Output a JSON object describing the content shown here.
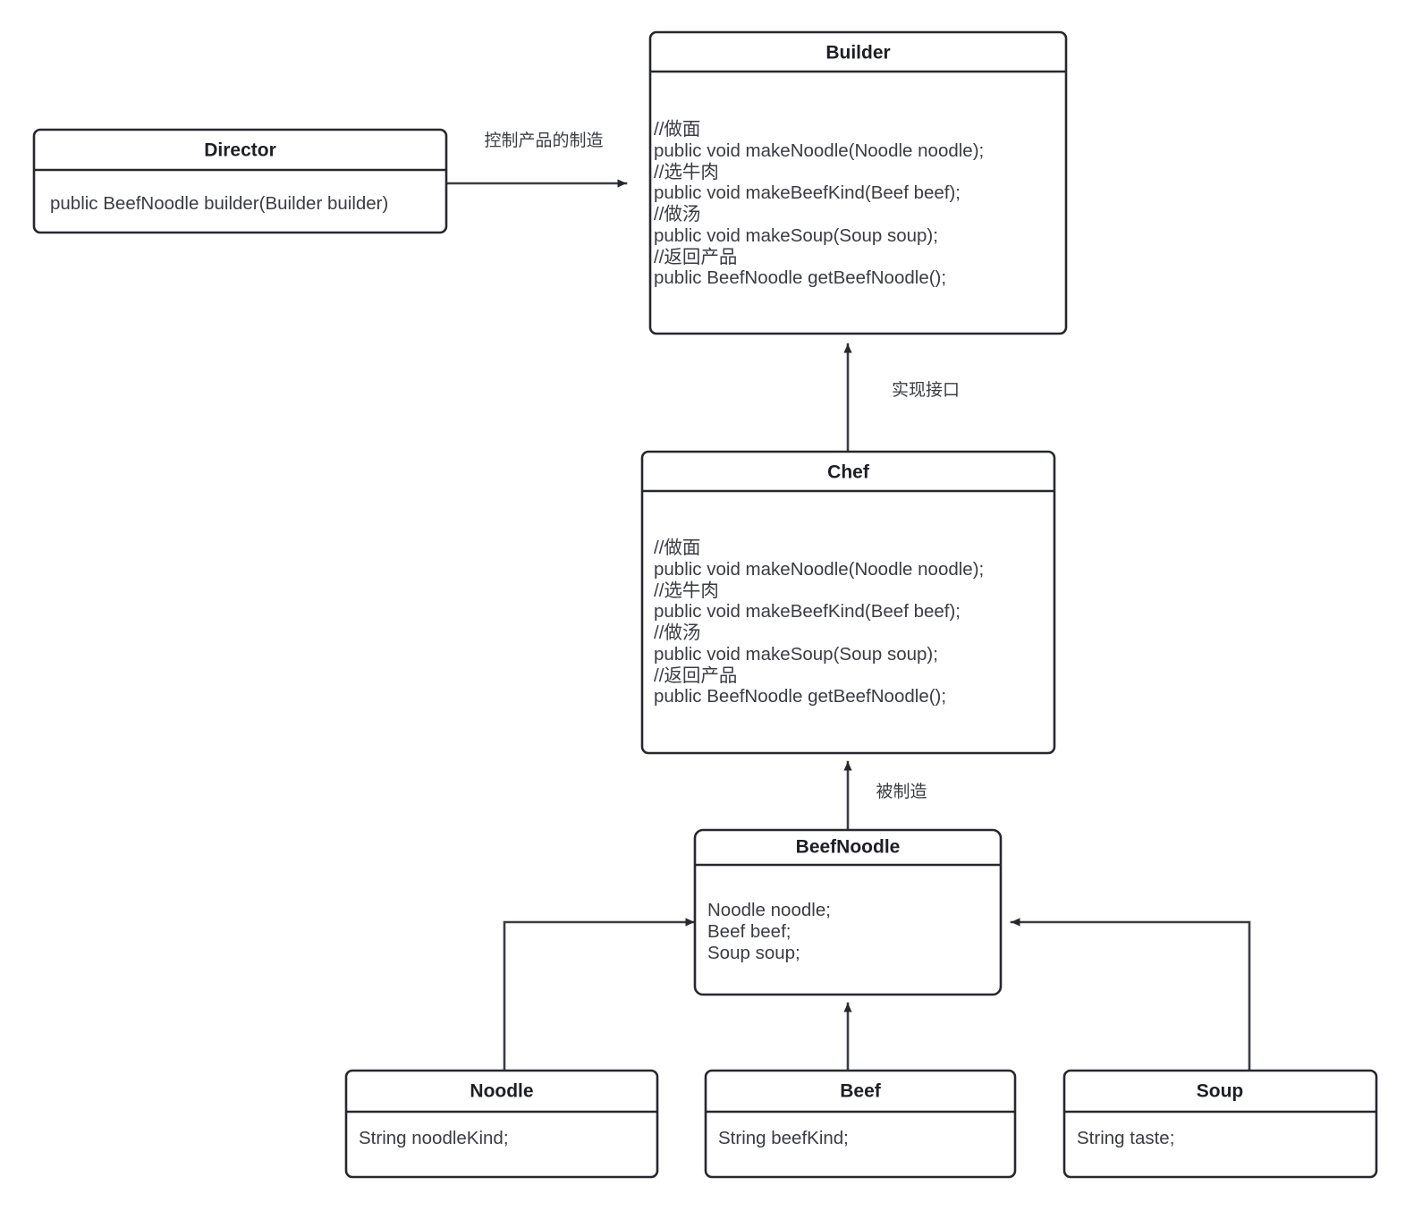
{
  "diagram": {
    "kind": "uml-class-diagram",
    "title": "Builder Pattern UML Class Diagram",
    "background_color": "#ffffff",
    "stroke_color": "#26282e",
    "text_color": "#3a3c42"
  },
  "classes": {
    "director": {
      "name": "Director",
      "members": [
        "public BeefNoodle builder(Builder builder)"
      ]
    },
    "builder": {
      "name": "Builder",
      "members": [
        "//做面",
        "public void makeNoodle(Noodle noodle);",
        "//选牛肉",
        "public void makeBeefKind(Beef beef);",
        "//做汤",
        "public void makeSoup(Soup soup);",
        "//返回产品",
        "public BeefNoodle getBeefNoodle();"
      ]
    },
    "chef": {
      "name": "Chef",
      "members": [
        "//做面",
        "public void makeNoodle(Noodle noodle);",
        "//选牛肉",
        "public void makeBeefKind(Beef beef);",
        "//做汤",
        "public void makeSoup(Soup soup);",
        "//返回产品",
        "public BeefNoodle getBeefNoodle();"
      ]
    },
    "beefnoodle": {
      "name": "BeefNoodle",
      "members": [
        "Noodle noodle;",
        "Beef beef;",
        "Soup soup;"
      ]
    },
    "noodle": {
      "name": "Noodle",
      "members": [
        "String noodleKind;"
      ]
    },
    "beef": {
      "name": "Beef",
      "members": [
        "String beefKind;"
      ]
    },
    "soup": {
      "name": "Soup",
      "members": [
        "String taste;"
      ]
    }
  },
  "edges": {
    "director_to_builder": {
      "label": "控制产品的制造"
    },
    "chef_to_builder": {
      "label": "实现接口"
    },
    "beefnoodle_to_chef": {
      "label": "被制造"
    },
    "noodle_to_beefnoodle": {
      "label": ""
    },
    "beef_to_beefnoodle": {
      "label": ""
    },
    "soup_to_beefnoodle": {
      "label": ""
    }
  }
}
